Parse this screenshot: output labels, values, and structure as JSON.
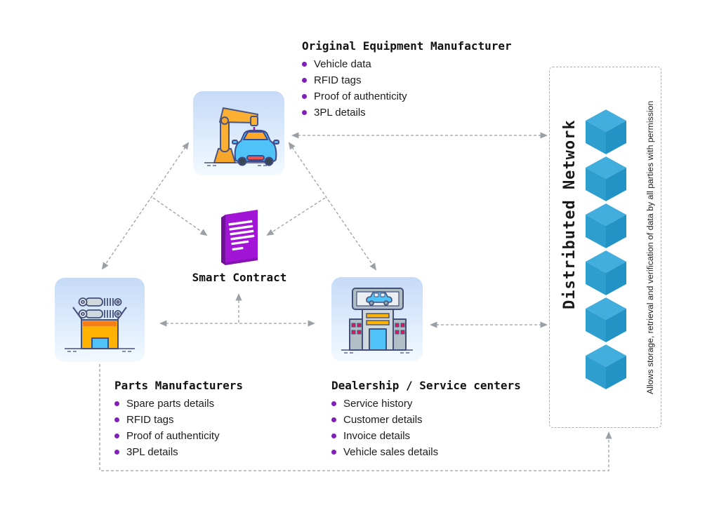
{
  "oem": {
    "title": "Original Equipment Manufacturer",
    "items": [
      "Vehicle data",
      "RFID tags",
      "Proof of authenticity",
      "3PL details"
    ],
    "icon": "robot-arm-assembling-car"
  },
  "smart_contract": {
    "label": "Smart Contract",
    "icon": "purple-contract-document"
  },
  "parts": {
    "title": "Parts Manufacturers",
    "items": [
      "Spare parts details",
      "RFID tags",
      "Proof of authenticity",
      "3PL details"
    ],
    "icon": "spare-parts-box"
  },
  "dealership": {
    "title": "Dealership / Service centers",
    "items": [
      "Service history",
      "Customer details",
      "Invoice details",
      "Vehicle sales details"
    ],
    "icon": "dealership-building"
  },
  "distributed_network": {
    "title": "Distributed Network",
    "caption": "Allows storage, retrieval and verification of data by all parties with permission",
    "node_count": 6,
    "node_icon": "blockchain-cube"
  },
  "colors": {
    "bullet": "#8020b8",
    "arrow": "#9aa0a6",
    "cube_top": "#41aede",
    "cube_left": "#2e9ecf",
    "cube_right": "#2392c5",
    "contract_front": "#a315d6",
    "contract_side": "#70119a"
  }
}
